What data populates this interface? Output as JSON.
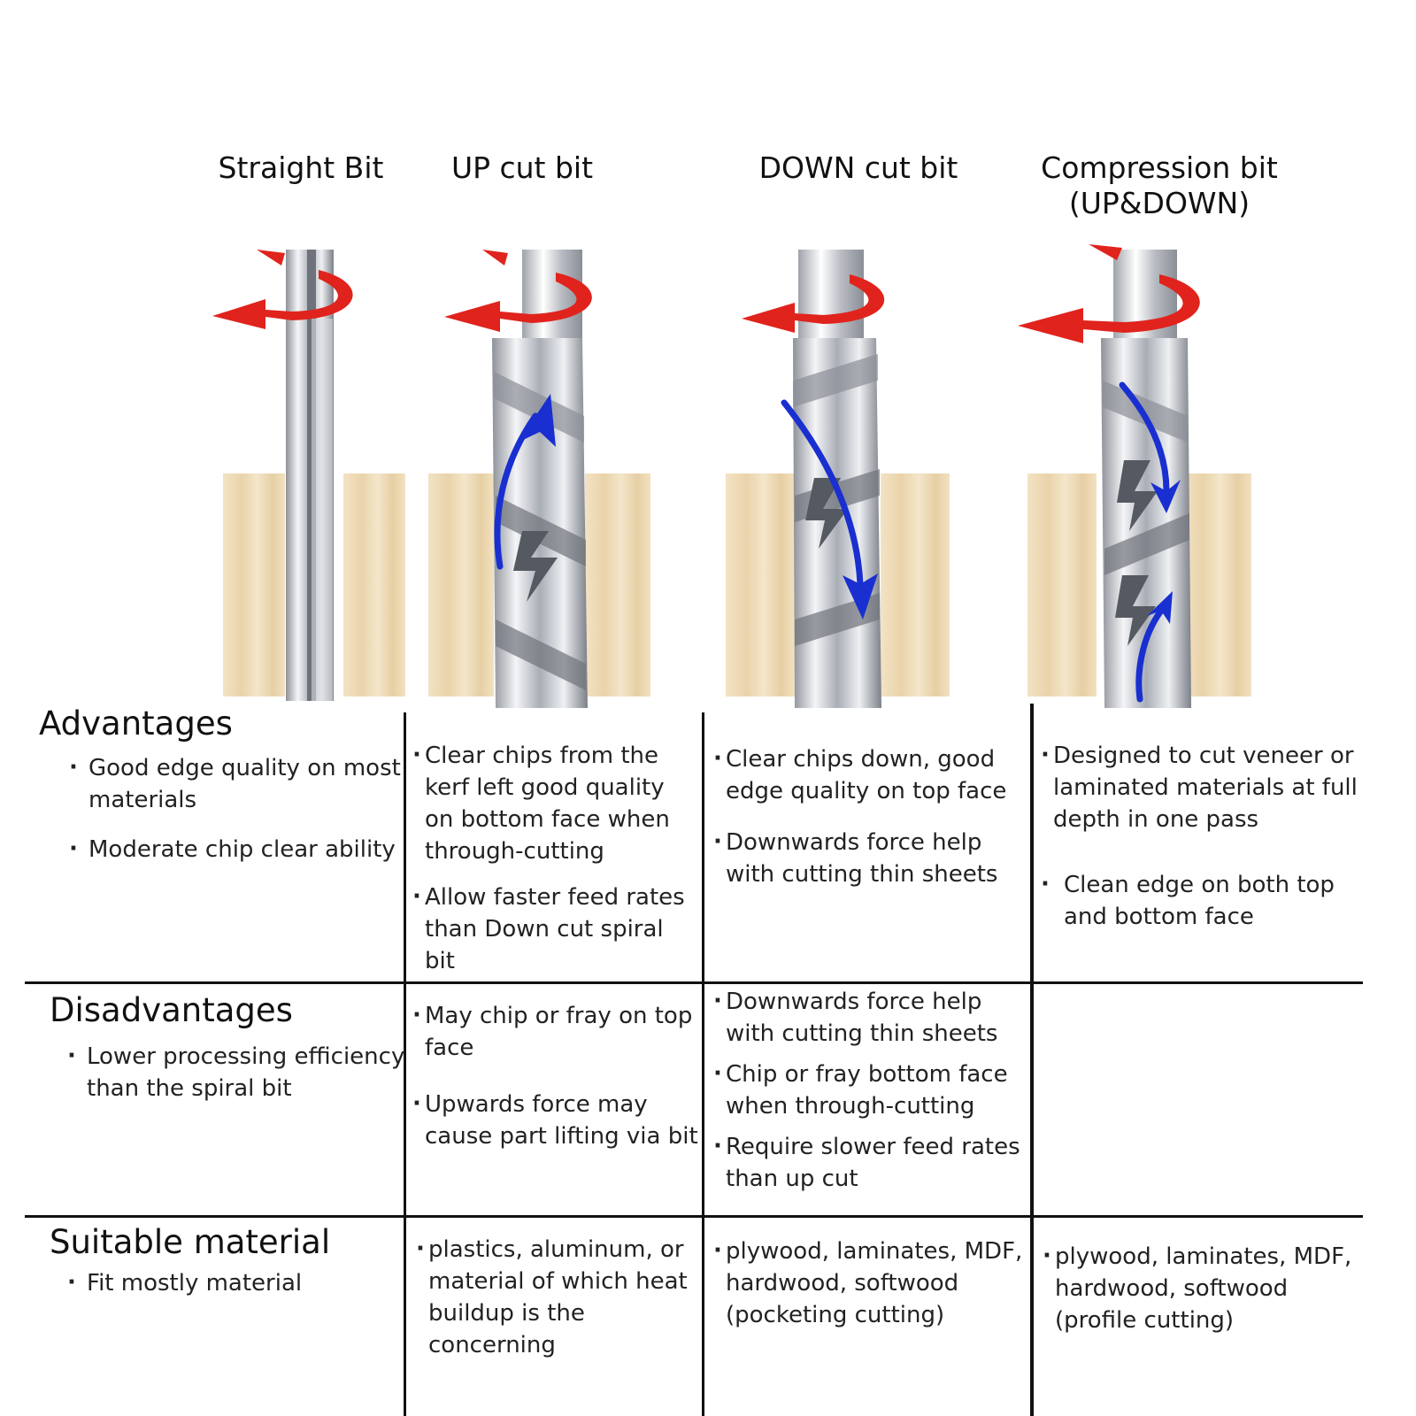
{
  "bits": [
    {
      "title_line1": "Straight Bit",
      "title_line2": ""
    },
    {
      "title_line1": "UP cut bit",
      "title_line2": ""
    },
    {
      "title_line1": "DOWN cut bit",
      "title_line2": ""
    },
    {
      "title_line1": "Compression bit",
      "title_line2": "(UP&DOWN)"
    }
  ],
  "rows": {
    "advantages": {
      "label": "Advantages",
      "straight": [
        "Good edge quality  on most materials",
        "Moderate chip clear ability"
      ],
      "up": [
        "Clear chips from the kerf left good quality on bottom face when through-cutting",
        "Allow faster feed rates than Down cut spiral bit"
      ],
      "down": [
        "Clear chips down, good edge quality on top face",
        "Downwards force help with cutting thin sheets"
      ],
      "compression": [
        "Designed to cut veneer or laminated materials at full depth in one pass",
        "Clean edge on both top and bottom face"
      ]
    },
    "disadvantages": {
      "label": "Disadvantages",
      "straight": [
        "Lower processing efficiency than the spiral bit"
      ],
      "up": [
        "May chip or fray on top face",
        "Upwards force may cause part lifting via bit"
      ],
      "down": [
        "Downwards force help with cutting thin sheets",
        "Chip or fray bottom face when through-cutting",
        "Require slower feed rates than up cut"
      ],
      "compression": []
    },
    "suitable": {
      "label": "Suitable material",
      "straight": [
        "Fit mostly material"
      ],
      "up": [
        "plastics, aluminum, or material of which heat buildup is the concerning"
      ],
      "down": [
        "plywood, laminates, MDF, hardwood, softwood (pocketing cutting)"
      ],
      "compression": [
        "plywood, laminates, MDF, hardwood, softwood (profile cutting)"
      ]
    }
  },
  "colors": {
    "rotation_arrow": "#e0231c",
    "chip_flow_arrow": "#1a2fd0",
    "wood": "#efdcb8",
    "steel": "#c9ccd2"
  },
  "icons": {
    "rotation": "curved-red-rotation-arrow",
    "chip_flow": "curved-blue-chip-flow-arrow"
  }
}
